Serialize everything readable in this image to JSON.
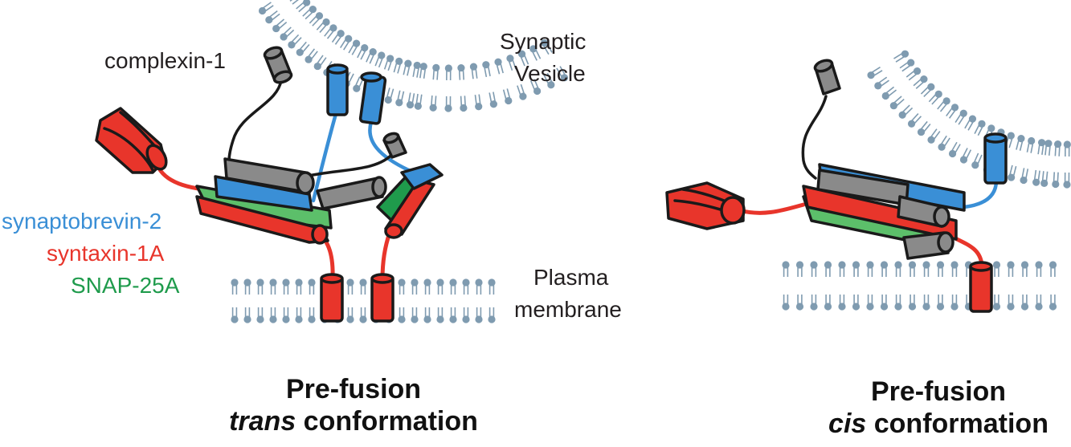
{
  "labels": {
    "complexin": "complexin-1",
    "vesicle_line1": "Synaptic",
    "vesicle_line2": "Vesicle",
    "plasma_line1": "Plasma",
    "plasma_line2": "membrane"
  },
  "legend": {
    "synaptobrevin": "synaptobrevin-2",
    "syntaxin": "syntaxin-1A",
    "snap25": "SNAP-25A"
  },
  "panels": {
    "trans": {
      "line1": "Pre-fusion",
      "italic": "trans",
      "rest": " conformation"
    },
    "cis": {
      "line1": "Pre-fusion",
      "italic": "cis",
      "rest": " conformation"
    }
  },
  "colors": {
    "synaptobrevin": "#3a8fd6",
    "syntaxin": "#e8352b",
    "snap25": "#1f9b4c",
    "complexin": "#8a8a8a",
    "lipid": "#7f9bb0",
    "outline": "#1a1a1a",
    "text": "#231f20"
  }
}
